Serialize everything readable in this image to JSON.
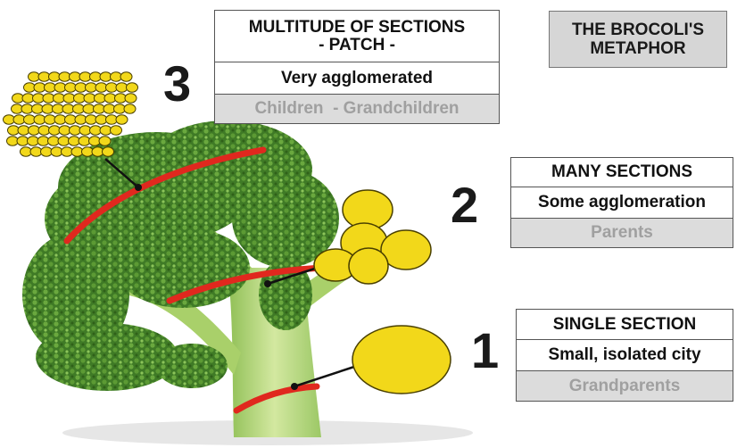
{
  "title": {
    "line1": "THE BROCOLI'S",
    "line2": "METAPHOR"
  },
  "levels": [
    {
      "number": "3",
      "heading_line1": "MULTITUDE OF SECTIONS",
      "heading_line2": "- PATCH -",
      "description": "Very agglomerated",
      "generation": "Children  - Grandchildren"
    },
    {
      "number": "2",
      "heading": "MANY SECTIONS",
      "description": "Some agglomeration",
      "generation": "Parents"
    },
    {
      "number": "1",
      "heading": "SINGLE SECTION",
      "description": "Small, isolated city",
      "generation": "Grandparents"
    }
  ],
  "colors": {
    "cut_line": "#e0281e",
    "cell": "#f2d81a",
    "cell_stroke": "#4a4000",
    "box_gray": "#dcdcdc",
    "broccoli_dark": "#3f7a26",
    "broccoli_light": "#7fb850",
    "stem": "#b7d77a"
  }
}
